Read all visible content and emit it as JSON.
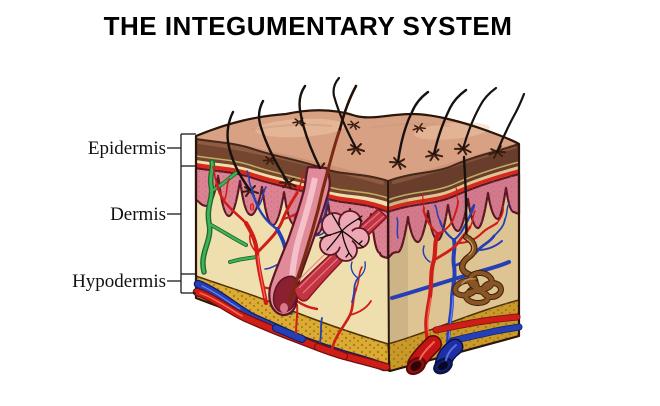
{
  "title": {
    "text": "THE INTEGUMENTARY SYSTEM"
  },
  "layer_labels": [
    {
      "name": "Epidermis"
    },
    {
      "name": "Dermis"
    },
    {
      "name": "Hypodermis"
    }
  ],
  "diagram": {
    "type": "anatomical-illustration",
    "subject": "3D cross-section block of human skin",
    "structures": [
      "hair-shafts",
      "skin-surface-dimples",
      "stratum-corneum",
      "epidermis-with-dermal-papillae",
      "dermis",
      "hypodermis-fat",
      "nerve",
      "arteries",
      "veins",
      "hair-follicle-with-bulb",
      "sebaceous-gland",
      "arrector-pili-muscle",
      "sweat-gland-coil",
      "cut-artery-tube",
      "cut-vein-tube"
    ],
    "colors": {
      "background": "#ffffff",
      "title_text": "#000000",
      "label_text": "#111111",
      "flesh_top": "#d9a183",
      "stratum_brown": "#74452f",
      "stratum_brown_side": "#683d2b",
      "basal_red_line": "#d8281c",
      "epidermis_pink": "#db8392",
      "epidermis_pink_side": "#d2798c",
      "papillae_outline": "#5e1624",
      "dermis_cream": "#f0dfae",
      "dermis_cream_side": "#dfc493",
      "fat_yellow": "#dcab33",
      "fat_yellow_side": "#c9992a",
      "artery_red": "#cf1d18",
      "vein_blue": "#2440b4",
      "nerve_green": "#41b257",
      "follicle_pink": "#e08a9a",
      "sebaceous_pink": "#eda8b6",
      "muscle_red": "#c23442",
      "sweat_gland_brown": "#8a5426",
      "hair_black": "#17120e",
      "hair_red": "#7a2a10"
    }
  }
}
